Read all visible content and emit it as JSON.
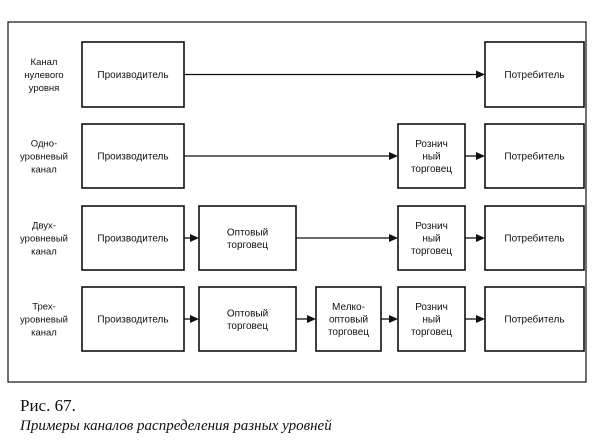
{
  "rows": [
    {
      "label": [
        "Канал",
        "нулевого",
        "уровня"
      ],
      "nodes": [
        {
          "lines": [
            "Производитель"
          ]
        },
        {
          "lines": [
            "Потребитель"
          ]
        }
      ]
    },
    {
      "label": [
        "Одно-",
        "уровневый",
        "канал"
      ],
      "nodes": [
        {
          "lines": [
            "Производитель"
          ]
        },
        {
          "lines": [
            "Рознич",
            "ный",
            "торговец"
          ]
        },
        {
          "lines": [
            "Потребитель"
          ]
        }
      ]
    },
    {
      "label": [
        "Двух-",
        "уровневый",
        "канал"
      ],
      "nodes": [
        {
          "lines": [
            "Производитель"
          ]
        },
        {
          "lines": [
            "Оптовый",
            "торговец"
          ]
        },
        {
          "lines": [
            "Рознич",
            "ный",
            "торговец"
          ]
        },
        {
          "lines": [
            "Потребитель"
          ]
        }
      ]
    },
    {
      "label": [
        "Трех-",
        "уровневый",
        "канал"
      ],
      "nodes": [
        {
          "lines": [
            "Производитель"
          ]
        },
        {
          "lines": [
            "Оптовый",
            "торговец"
          ]
        },
        {
          "lines": [
            "Мелко-",
            "оптовый",
            "торговец"
          ]
        },
        {
          "lines": [
            "Рознич",
            "ный",
            "торговец"
          ]
        },
        {
          "lines": [
            "Потребитель"
          ]
        }
      ]
    }
  ],
  "caption": {
    "number": "Рис.  67.",
    "title": "Примеры  каналов  распределения  разных  уровней"
  }
}
